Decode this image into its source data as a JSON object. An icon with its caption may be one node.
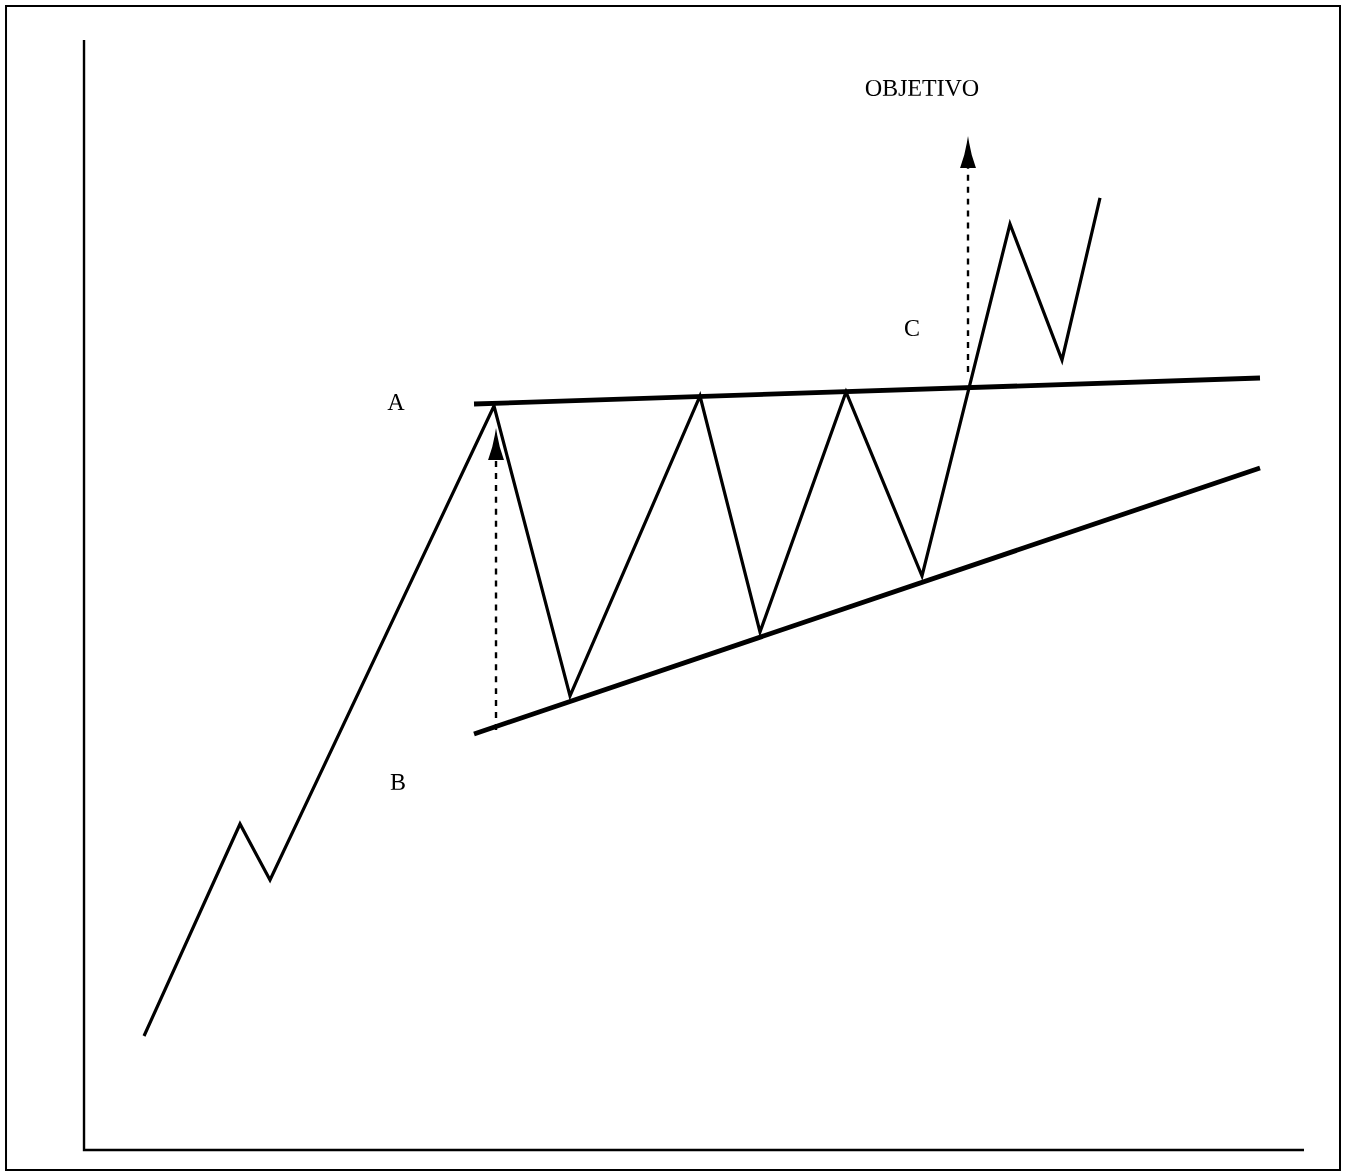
{
  "diagram": {
    "labels": [
      "OBJETIVO",
      "C",
      "A",
      "B"
    ]
  }
}
